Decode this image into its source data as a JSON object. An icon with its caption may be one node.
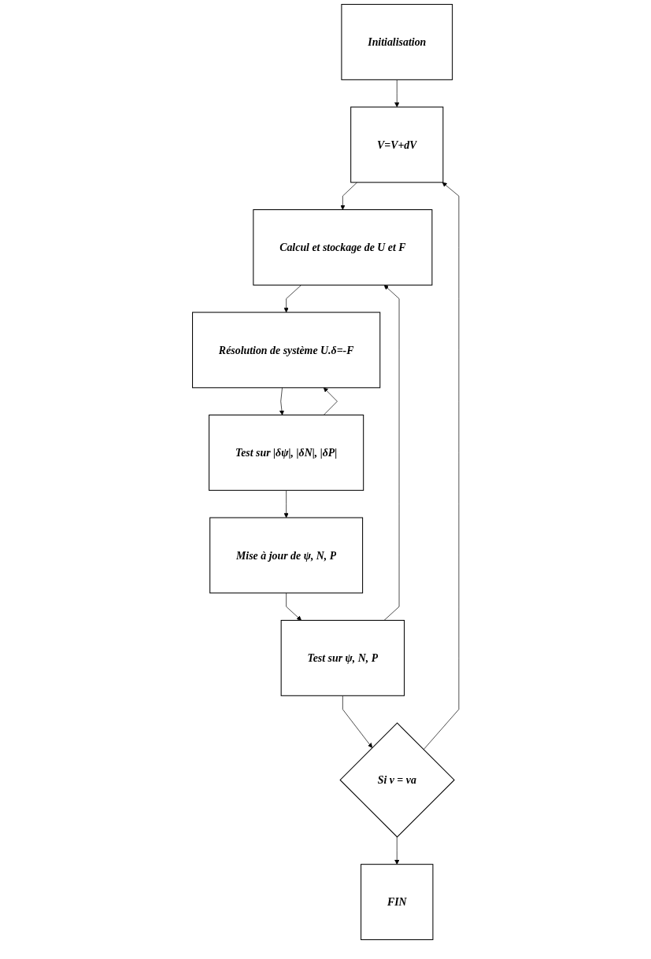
{
  "diagram": {
    "nodes": [
      {
        "text": [
          "Initialisation"
        ]
      },
      {
        "text": [
          "V=V+dV"
        ]
      },
      {
        "text": [
          "Calcul et stockage de U et F"
        ]
      },
      {
        "text": [
          "Résolution de système U.δ=-F"
        ]
      },
      {
        "text": [
          "Test sur |δψ|, |δN|, |δP|"
        ]
      },
      {
        "text": [
          "Mise à jour de ψ, N, P"
        ]
      },
      {
        "text": [
          "Test sur ψ, N, P"
        ]
      },
      {
        "text": [
          "Si v = va"
        ]
      },
      {
        "text": [
          "FIN"
        ]
      }
    ],
    "edges": [
      {
        "from": 0,
        "to": 1,
        "arrow": "to"
      },
      {
        "from": 1,
        "to": 2,
        "arrow": "to"
      },
      {
        "from": 2,
        "to": 3,
        "arrow": "to"
      },
      {
        "from": 3,
        "to": 4,
        "arrow": "to"
      },
      {
        "from": 4,
        "to": 5,
        "arrow": "to"
      },
      {
        "from": 4,
        "to": 3,
        "arrow": "to"
      },
      {
        "from": 5,
        "to": 6,
        "arrow": "to"
      },
      {
        "from": 6,
        "to": 7,
        "arrow": "to"
      },
      {
        "from": 6,
        "to": 2,
        "arrow": "to"
      },
      {
        "from": 7,
        "to": 8,
        "arrow": "to"
      },
      {
        "from": 7,
        "to": 1,
        "arrow": "to"
      }
    ]
  }
}
